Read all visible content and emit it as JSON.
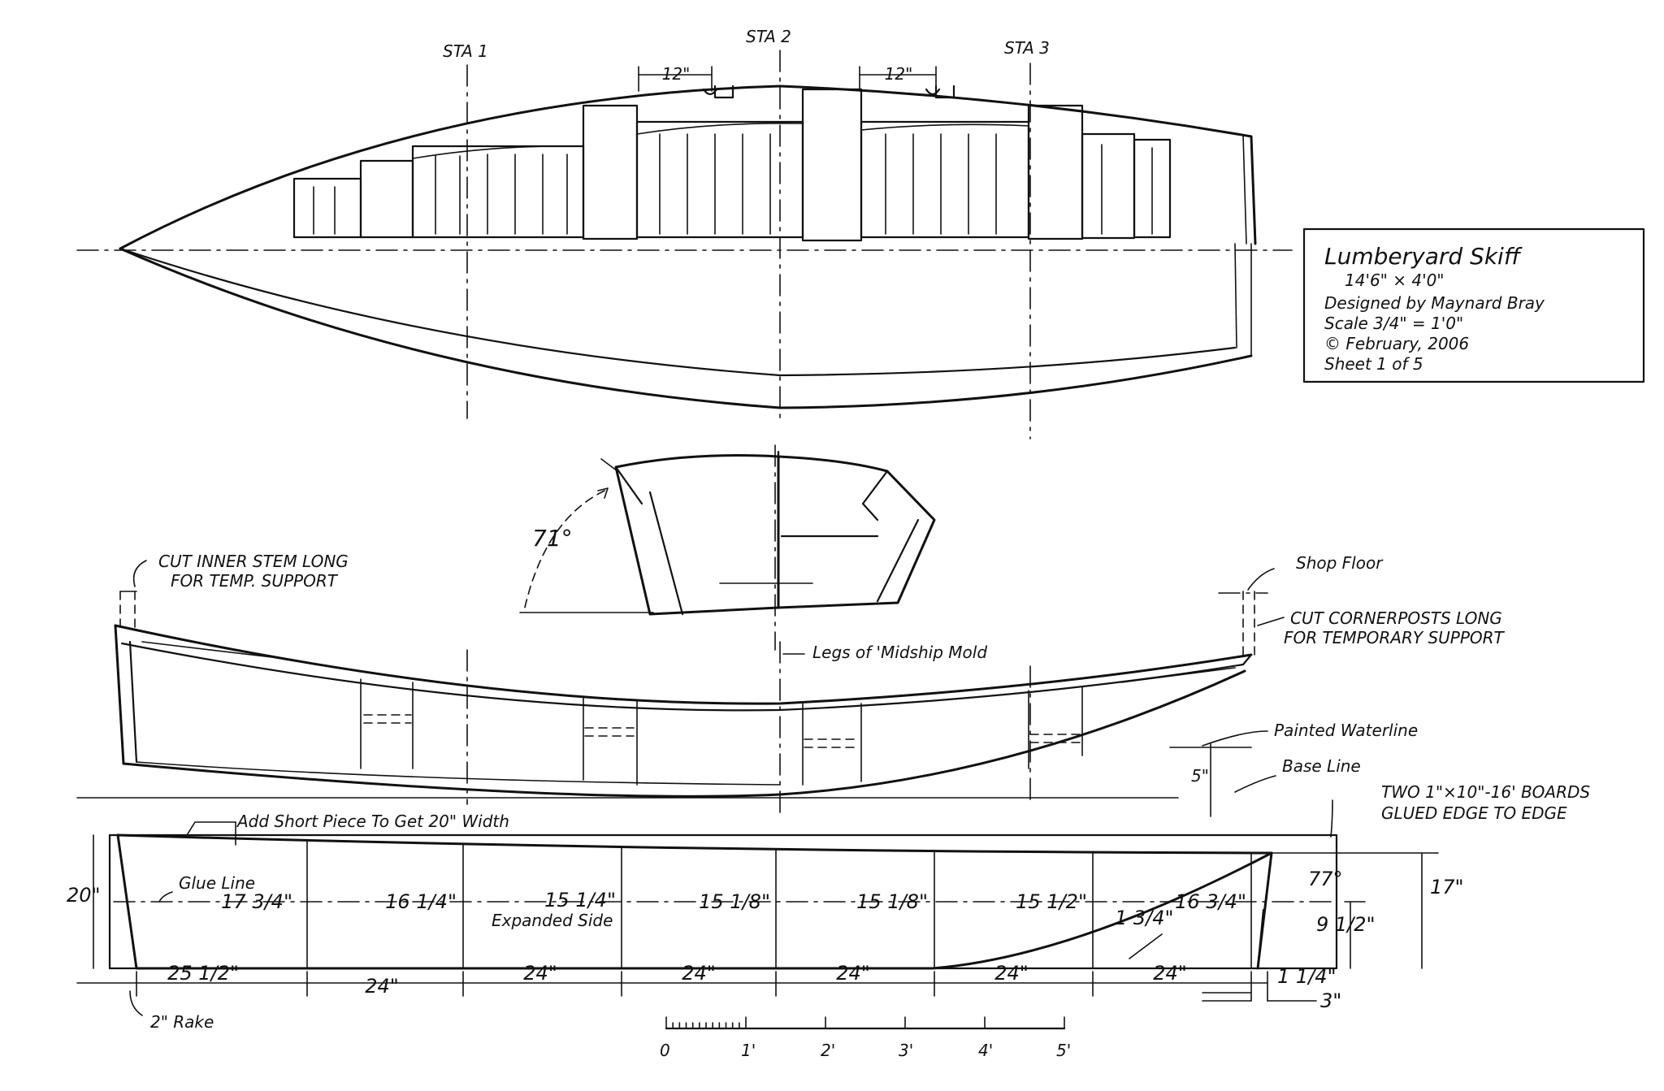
{
  "title_block": {
    "name": "Lumberyard Skiff",
    "size": "14'6\" × 4'0\"",
    "designer": "Designed by Maynard Bray",
    "scale": "Scale 3/4\" = 1'0\"",
    "date": "© February, 2006",
    "sheet": "Sheet 1 of 5"
  },
  "plan_view": {
    "stations": [
      "STA 1",
      "STA 2",
      "STA 3"
    ],
    "dims": [
      "12\"",
      "12\""
    ]
  },
  "midship_view": {
    "angle": "71°"
  },
  "profile_view": {
    "notes": {
      "inner_stem": "Cut Inner Stem Long\nFor Temp. Support",
      "shop_floor": "Shop Floor",
      "cornerposts": "Cut Cornerposts Long\nFor Temporary Support",
      "mold_legs": "Legs of 'Midship Mold",
      "painted_waterline": "Painted Waterline",
      "base_line": "Base Line",
      "boards": "Two 1\"×10\"-16' Boards\nGlued Edge to Edge"
    },
    "dims": {
      "waterline_offset": "5\""
    }
  },
  "expanded_side": {
    "label": "Expanded Side",
    "glue_line": "Glue Line",
    "add_piece": "Add Short Piece To Get 20\" Width",
    "rake": "2\" Rake",
    "heights": [
      "20\"",
      "17 3/4\"",
      "16 1/4\"",
      "15 1/4\"",
      "15 1/8\"",
      "15 1/8\"",
      "15 1/2\"",
      "16 3/4\"",
      "17\"",
      "9 1/2\""
    ],
    "spacings": [
      "25 1/2\"",
      "24\"",
      "24\"",
      "24\"",
      "24\"",
      "24\"",
      "24\""
    ],
    "other": [
      "1 3/4\"",
      "77°",
      "1 1/4\"",
      "3\""
    ]
  },
  "scale_bar": [
    "0",
    "1'",
    "2'",
    "3'",
    "4'",
    "5'"
  ]
}
